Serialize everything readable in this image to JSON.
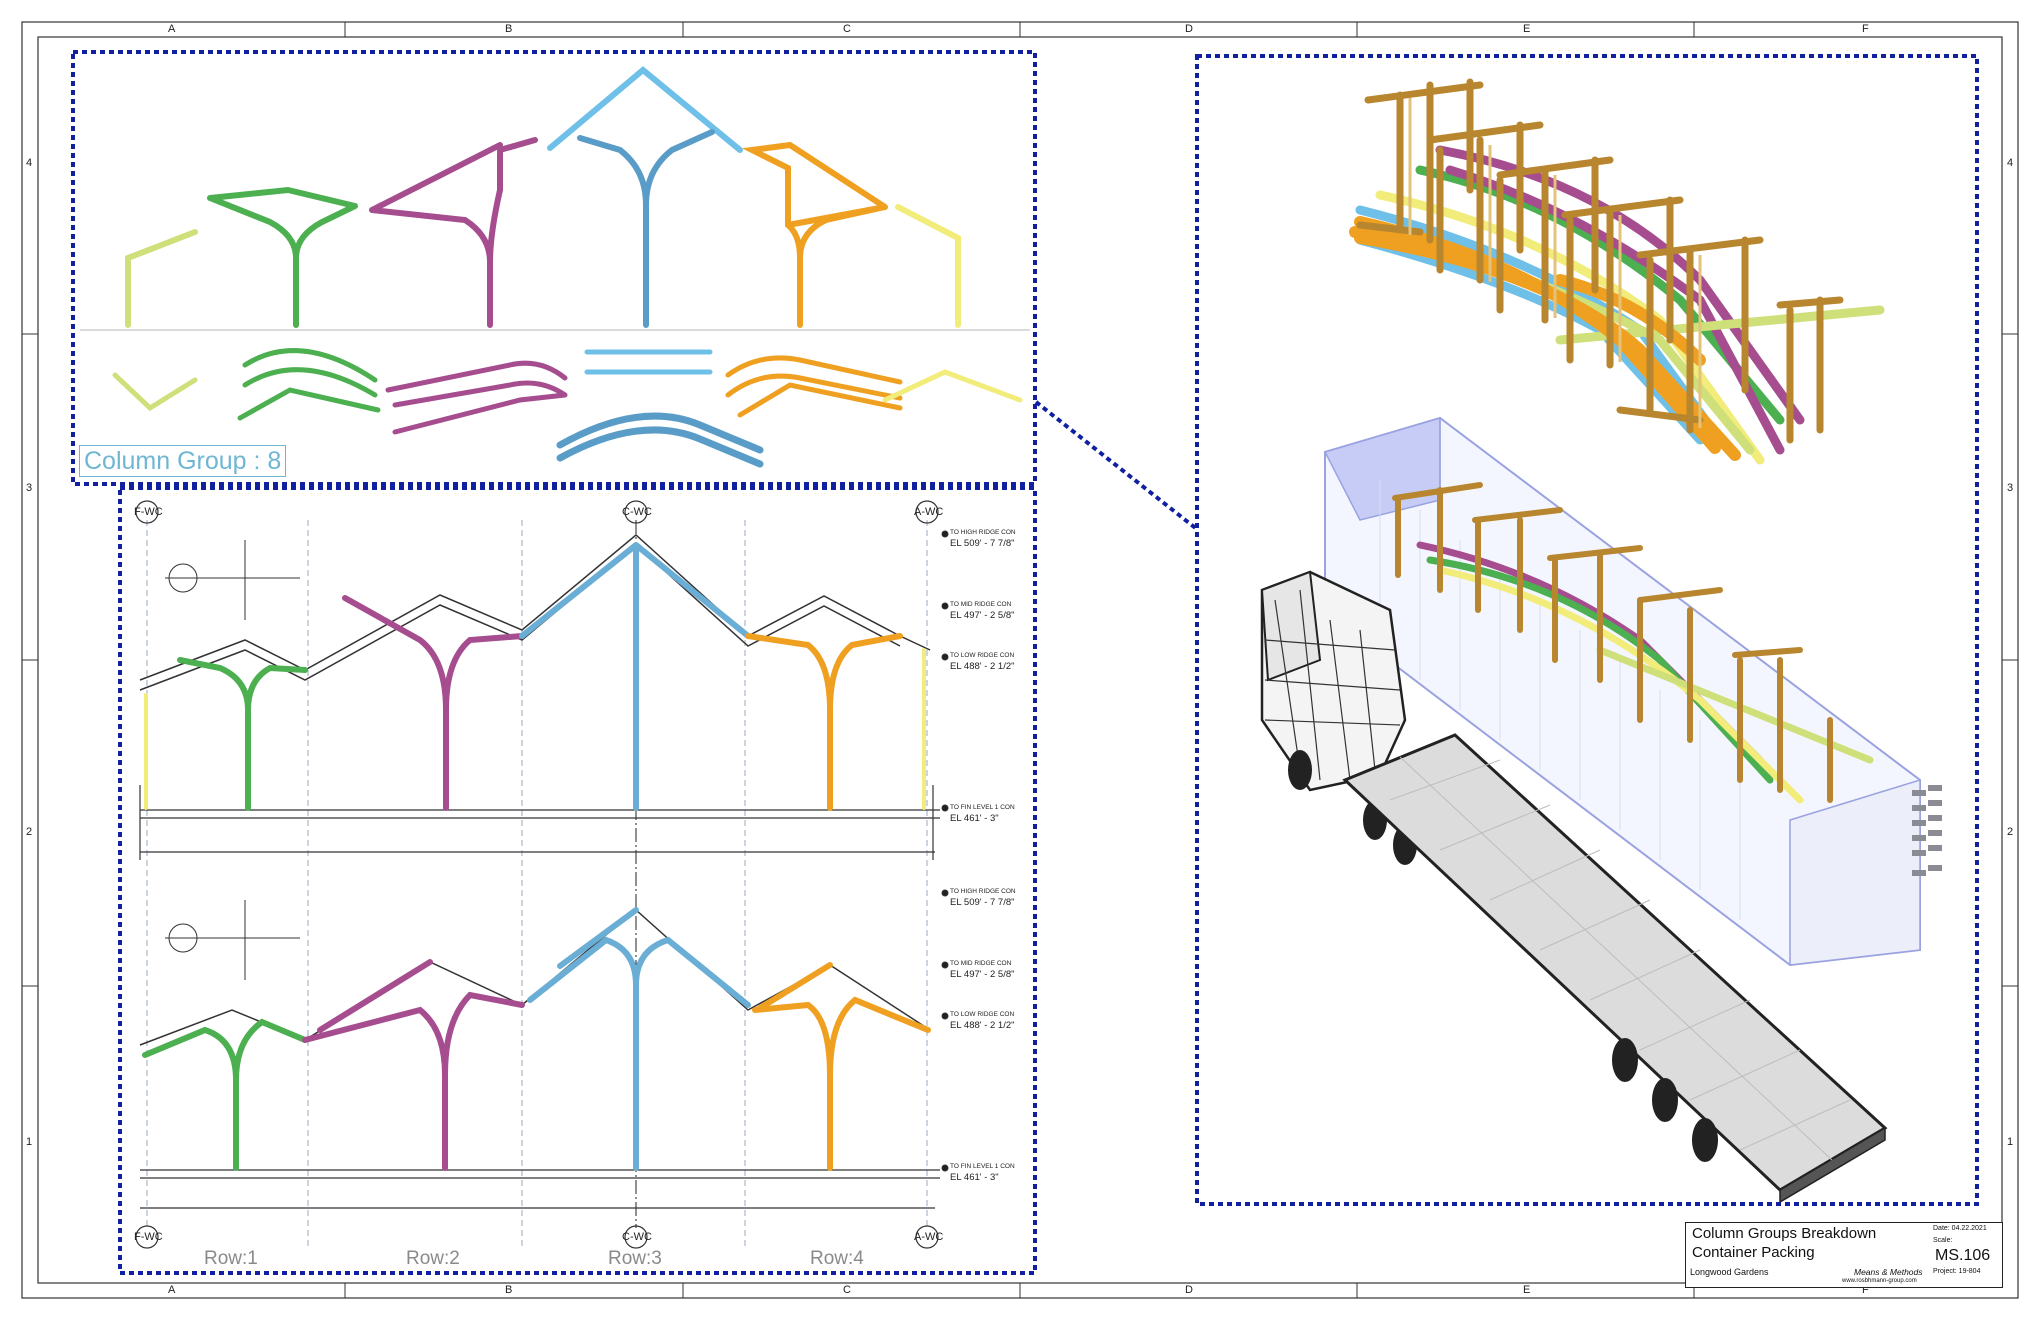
{
  "sheet": {
    "zones_horizontal": [
      "A",
      "B",
      "C",
      "D",
      "E",
      "F"
    ],
    "zones_vertical": [
      "4",
      "3",
      "2",
      "1"
    ]
  },
  "column_group_label": "Column Group : 8",
  "grid_tags": {
    "left": "F-WC",
    "center": "C-WC",
    "right": "A-WC"
  },
  "rows": [
    "Row:1",
    "Row:2",
    "Row:3",
    "Row:4"
  ],
  "elevations": [
    {
      "small": "TO HIGH RIDGE CON",
      "label": "EL 509' - 7 7/8\""
    },
    {
      "small": "TO MID RIDGE CON",
      "label": "EL 497' - 2 5/8\""
    },
    {
      "small": "TO LOW RIDGE CON",
      "label": "EL 488' - 2 1/2\""
    },
    {
      "small": "TO FIN LEVEL 1 CON",
      "label": "EL 461' - 3\""
    }
  ],
  "colors": {
    "row1": "#4caf50",
    "row2": "#a64d8f",
    "row3": "#6aaed6",
    "row4": "#f0a020",
    "lime": "#cfe07a",
    "yellow": "#f2ec7a",
    "dash_border": "#1020a0",
    "wood": "#b8862e"
  },
  "title_block": {
    "title_line1": "Column Groups Breakdown",
    "title_line2": "Container Packing",
    "client": "Longwood Gardens",
    "firm": "Means & Methods",
    "url": "www.rosbhmann-group.com",
    "date": "Date: 04.22.2021",
    "scale": "Scale:",
    "sheet_number": "MS.106",
    "project": "Project: 19-804"
  }
}
